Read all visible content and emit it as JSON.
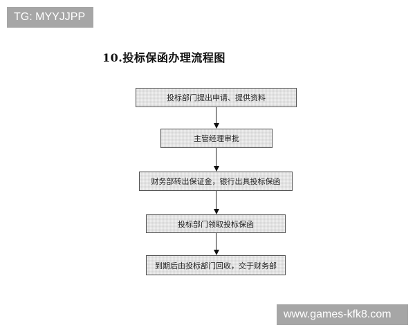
{
  "watermarks": {
    "top": "TG: MYYJJPP",
    "bottom": "www.games-kfk8.com"
  },
  "diagram": {
    "title": "10.投标保函办理流程图",
    "steps": [
      {
        "label": "投标部门提出申请、提供资料"
      },
      {
        "label": "主管经理审批"
      },
      {
        "label": "财务部转出保证金，银行出具投标保函"
      },
      {
        "label": "投标部门领取投标保函"
      },
      {
        "label": "到期后由投标部门回收，交于财务部"
      }
    ],
    "colors": {
      "box_fill": "#f1f1f1",
      "box_border": "#555555",
      "arrow": "#111111",
      "watermark_bg": "#a6a6a6"
    }
  }
}
